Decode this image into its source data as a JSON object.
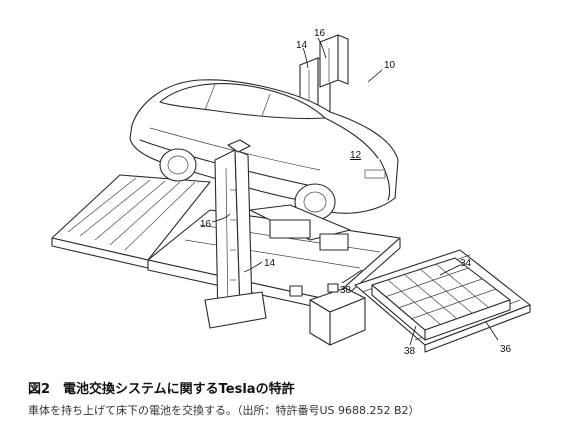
{
  "figure": {
    "labels": {
      "n16_top": "16",
      "n14_top": "14",
      "n10": "10",
      "n12": "12",
      "n16_left": "16",
      "n14_mid": "14",
      "n34": "34",
      "n38_mid": "38",
      "n38_bottom": "38",
      "n36": "36"
    }
  },
  "caption": {
    "title": "図2　電池交換システムに関するTeslaの特許",
    "subtitle": "車体を持ち上げて床下の電池を交換する。（出所：特許番号US 9688.252 B2）"
  }
}
